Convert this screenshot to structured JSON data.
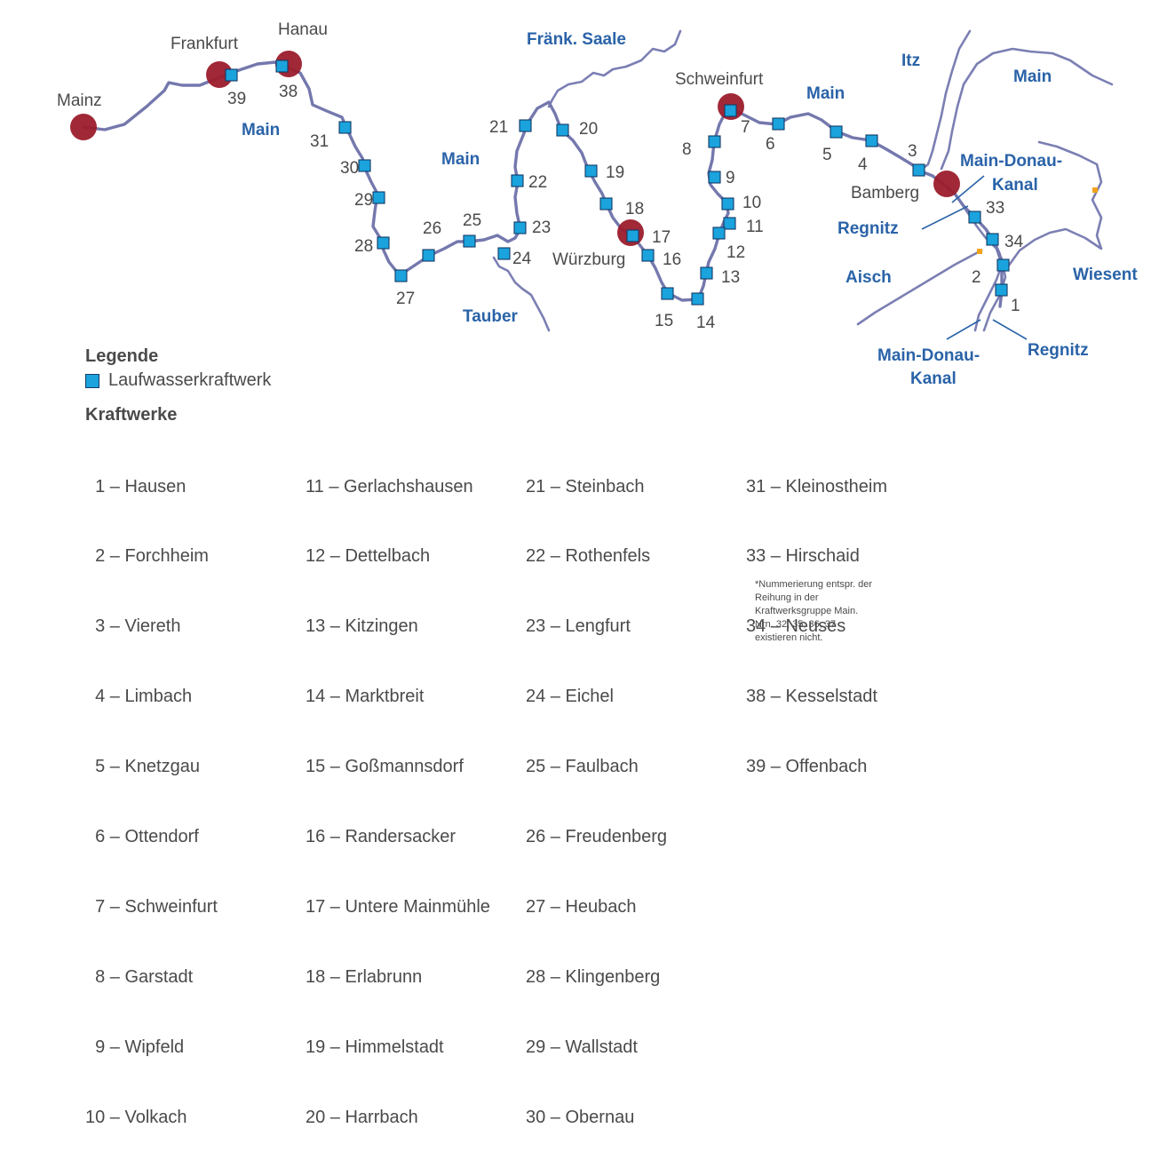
{
  "cities": {
    "mainz": "Mainz",
    "frankfurt": "Frankfurt",
    "hanau": "Hanau",
    "schweinfurt": "Schweinfurt",
    "wuerzburg": "Würzburg",
    "bamberg": "Bamberg"
  },
  "waters": {
    "main_west": "Main",
    "main_center": "Main",
    "main_east": "Main",
    "main_ne": "Main",
    "fraenk_saale": "Fränk. Saale",
    "tauber": "Tauber",
    "itz": "Itz",
    "regnitz_top": "Regnitz",
    "regnitz_bottom": "Regnitz",
    "aisch": "Aisch",
    "wiesent": "Wiesent",
    "mdk_top_line1": "Main-Donau-",
    "mdk_top_line2": "Kanal",
    "mdk_bottom_line1": "Main-Donau-",
    "mdk_bottom_line2": "Kanal"
  },
  "plant_numbers": {
    "p1": "1",
    "p2": "2",
    "p3": "3",
    "p4": "4",
    "p5": "5",
    "p6": "6",
    "p7": "7",
    "p8": "8",
    "p9": "9",
    "p10": "10",
    "p11": "11",
    "p12": "12",
    "p13": "13",
    "p14": "14",
    "p15": "15",
    "p16": "16",
    "p17": "17",
    "p18": "18",
    "p19": "19",
    "p20": "20",
    "p21": "21",
    "p22": "22",
    "p23": "23",
    "p24": "24",
    "p25": "25",
    "p26": "26",
    "p27": "27",
    "p28": "28",
    "p29": "29",
    "p30": "30",
    "p31": "31",
    "p33": "33",
    "p34": "34",
    "p38": "38",
    "p39": "39"
  },
  "legend": {
    "title": "Legende",
    "item_label": "Laufwasserkraftwerk",
    "item_icon": "square-marker-icon",
    "marker_color": "#1aa3dd"
  },
  "kraftwerke": {
    "title": "Kraftwerke",
    "col1": [
      "  1 – Hausen",
      "  2 – Forchheim",
      "  3 – Viereth",
      "  4 – Limbach",
      "  5 – Knetzgau",
      "  6 – Ottendorf",
      "  7 – Schweinfurt",
      "  8 – Garstadt",
      "  9 – Wipfeld",
      "10 – Volkach"
    ],
    "col2": [
      "11 – Gerlachshausen",
      "12 – Dettelbach",
      "13 – Kitzingen",
      "14 – Marktbreit",
      "15 – Goßmannsdorf",
      "16 – Randersacker",
      "17 – Untere Mainmühle",
      "18 – Erlabrunn",
      "19 – Himmelstadt",
      "20 – Harrbach"
    ],
    "col3": [
      "21 – Steinbach",
      "22 – Rothenfels",
      "23 – Lengfurt",
      "24 – Eichel",
      "25 – Faulbach",
      "26 – Freudenberg",
      "27 – Heubach",
      "28 – Klingenberg",
      "29 – Wallstadt",
      "30 – Obernau"
    ],
    "col4": [
      "31 – Kleinostheim",
      "33 – Hirschaid",
      "34 – Neuses",
      "38 – Kesselstadt",
      "39 – Offenbach"
    ]
  },
  "note": [
    "*Nummerierung entspr. der",
    "Reihung in der",
    "Kraftwerksgruppe Main.",
    "Nrn. 32, 35, 36, 37",
    "existieren nicht."
  ],
  "colors": {
    "river": "#7478ad",
    "plant": "#1aa3dd",
    "city": "#9b1c2c",
    "water_label": "#2a63a8"
  }
}
